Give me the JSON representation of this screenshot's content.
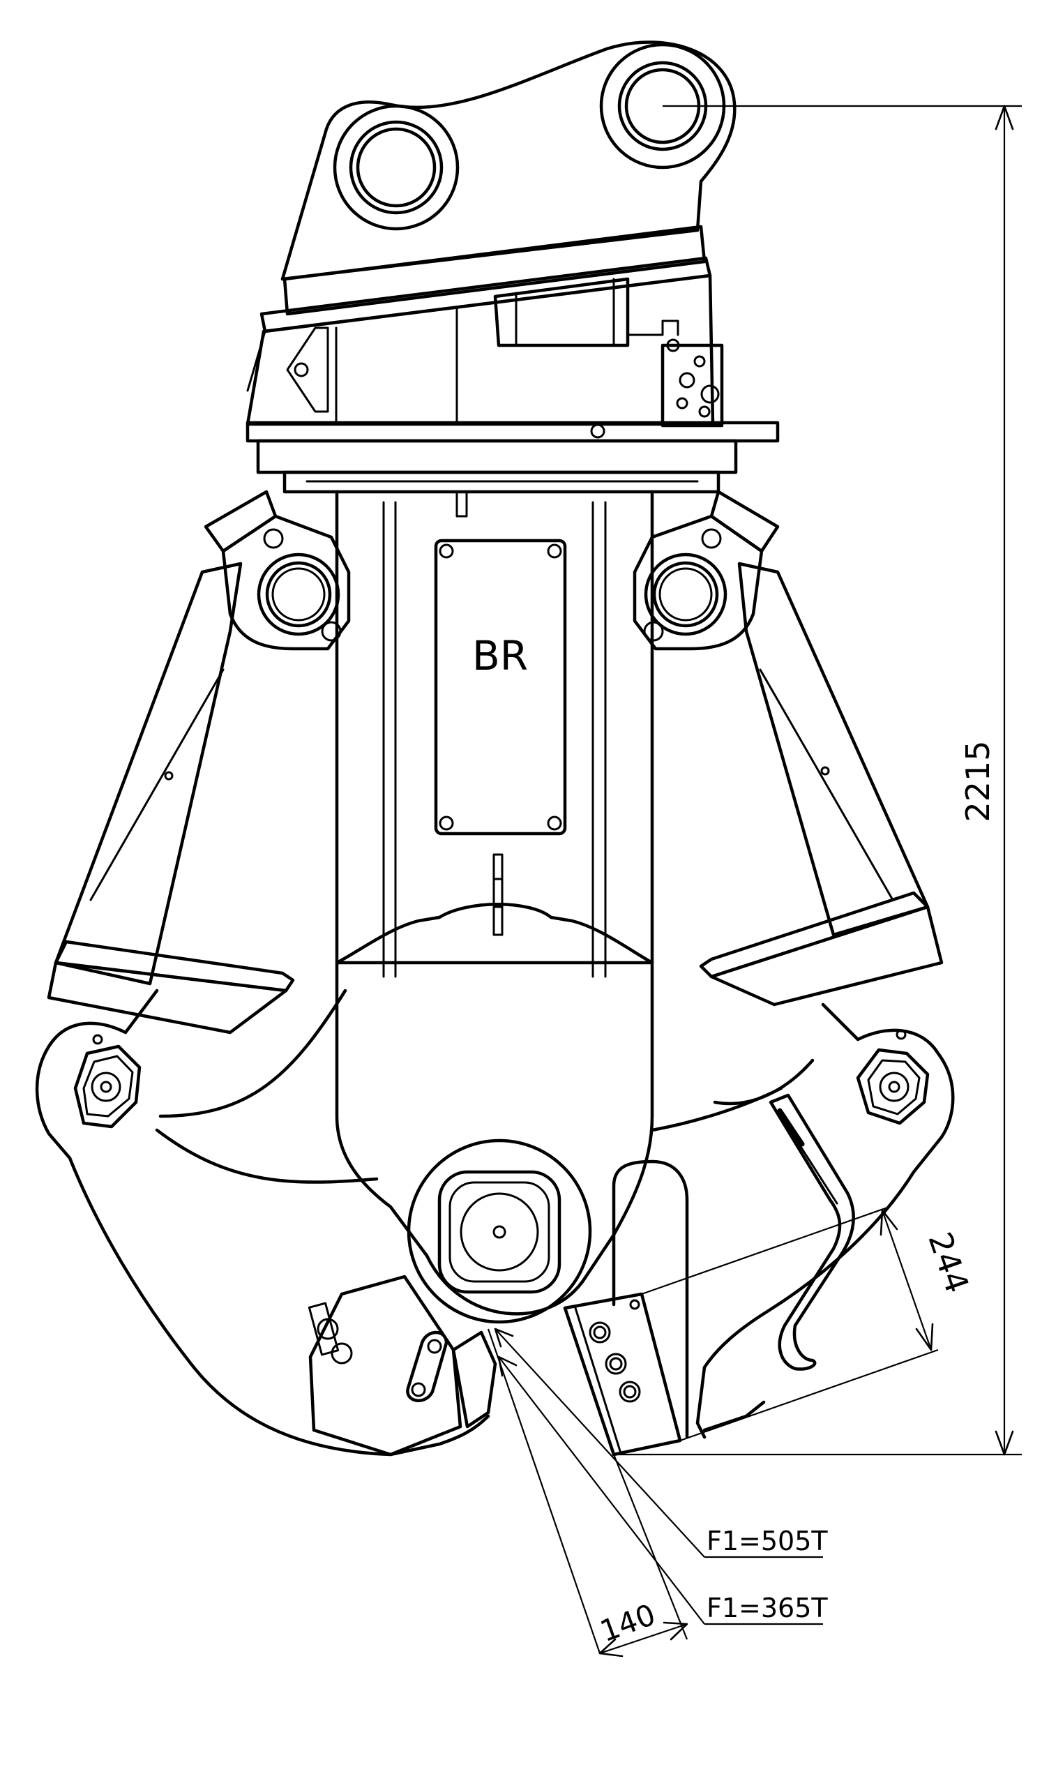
{
  "body_label": "BR",
  "dimensions": {
    "height": "2215",
    "blade_length": "244",
    "opening": "140"
  },
  "forces": {
    "force_1": "F1=505T",
    "force_2": "F1=365T"
  }
}
